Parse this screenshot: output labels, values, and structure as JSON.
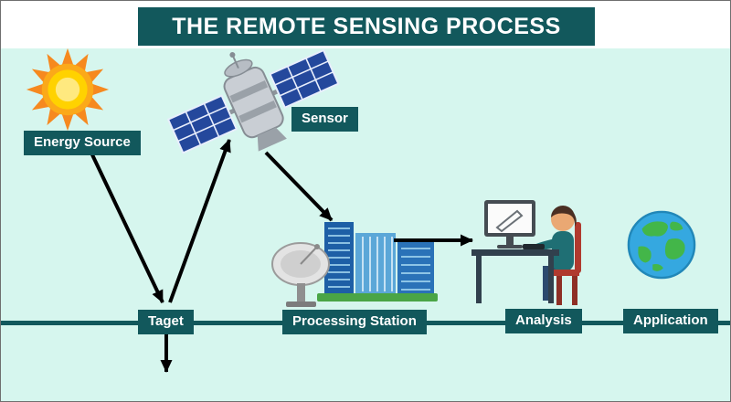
{
  "header": {
    "title": "THE REMOTE SENSING PROCESS"
  },
  "labels": {
    "energy_source": "Energy Source",
    "sensor": "Sensor",
    "target": "Taget",
    "processing_station": "Processing Station",
    "analysis": "Analysis",
    "application": "Application"
  },
  "icons": {
    "sun": "sun-icon",
    "satellite": "satellite-icon",
    "ground_station": "ground-station-dish-and-buildings-icon",
    "analyst": "analyst-at-computer-icon",
    "globe": "earth-globe-icon"
  },
  "colors": {
    "background": "#d6f6ee",
    "header_bar": "#12585c",
    "label_background": "#12585c",
    "label_text": "#ffffff",
    "ground_line": "#12585c",
    "arrow": "#000000"
  }
}
